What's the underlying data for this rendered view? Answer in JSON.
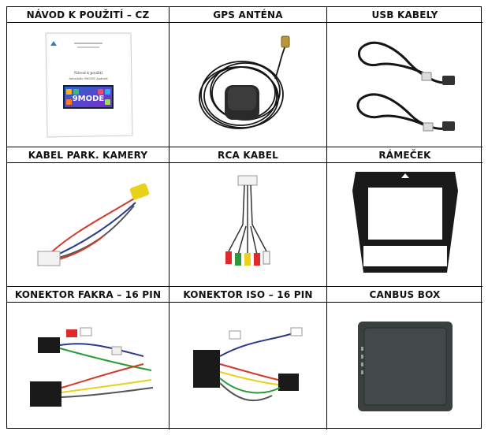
{
  "items": [
    {
      "label": "NÁVOD K POUŽITÍ – CZ",
      "manual": {
        "title": "Návod k použití",
        "subtitle": "Autorádio 9MODE Android",
        "brand": "9MODE"
      }
    },
    {
      "label": "GPS ANTÉNA"
    },
    {
      "label": "USB KABELY"
    },
    {
      "label": "KABEL PARK. KAMERY"
    },
    {
      "label": "RCA KABEL"
    },
    {
      "label": "RÁMEČEK"
    },
    {
      "label": "KONEKTOR FAKRA – 16 PIN"
    },
    {
      "label": "KONEKTOR ISO – 16 PIN"
    },
    {
      "label": "CANBUS BOX"
    }
  ]
}
